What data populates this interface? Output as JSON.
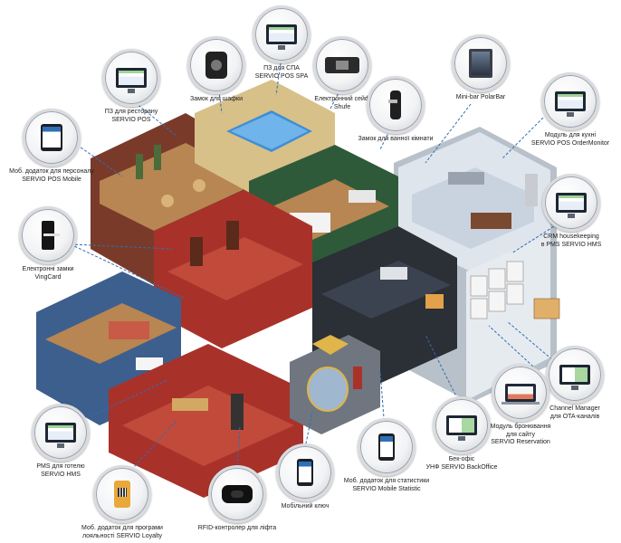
{
  "diagram": {
    "callouts": [
      {
        "id": "spa",
        "label": "ПЗ для СПА\nSERVIO POS SPA",
        "icon": "monitor-icon"
      },
      {
        "id": "restaurant",
        "label": "ПЗ для ресторану\nSERVIO POS",
        "icon": "monitor-icon"
      },
      {
        "id": "locker",
        "label": "Замок для шафки",
        "icon": "locker-lock-icon"
      },
      {
        "id": "safe",
        "label": "Електронний сейф\nShufe",
        "icon": "safe-icon"
      },
      {
        "id": "bathroom",
        "label": "Замок для ванної кімнати",
        "icon": "door-lock-icon"
      },
      {
        "id": "minibar",
        "label": "Mini-bar PolarBar",
        "icon": "minibar-icon"
      },
      {
        "id": "kitchen",
        "label": "Модуль для кухні\nSERVIO POS OrderMonitor",
        "icon": "monitor-icon"
      },
      {
        "id": "staffapp",
        "label": "Моб. додаток для персоналу\nSERVIO POS Mobile",
        "icon": "tablet-icon"
      },
      {
        "id": "crm",
        "label": "CRM housekeeping\nв PMS SERVIO HMS",
        "icon": "monitor-icon"
      },
      {
        "id": "vingcard",
        "label": "Електронні замки\nVingCard",
        "icon": "card-lock-icon"
      },
      {
        "id": "channel",
        "label": "Channel Manager\nдля OTA-каналів",
        "icon": "monitor-icon"
      },
      {
        "id": "booking",
        "label": "Модуль бронювання\nдля сайту\nSERVIO Reservation",
        "icon": "laptop-icon"
      },
      {
        "id": "backoffice",
        "label": "Бек-офіс\nУНФ SERVIO BackOffice",
        "icon": "monitor-icon"
      },
      {
        "id": "pms",
        "label": "PMS для готелю\nSERVIO HMS",
        "icon": "monitor-icon"
      },
      {
        "id": "statistic",
        "label": "Моб. додаток для статистики\nSERVIO Mobile Statistic",
        "icon": "phone-icon"
      },
      {
        "id": "mobilekey",
        "label": "Мобільний ключ",
        "icon": "phone-icon"
      },
      {
        "id": "rfid",
        "label": "RFID-контролер для ліфта",
        "icon": "rfid-reader-icon"
      },
      {
        "id": "loyalty",
        "label": "Моб. додаток для програми\nлояльності SERVIO Loyalty",
        "icon": "loyalty-phone-icon"
      }
    ],
    "colors": {
      "connector": "#2f6db5",
      "wall_brown": "#7a3a2a",
      "wall_green": "#2f5a3a",
      "wall_blue": "#3d5f8e",
      "floor_wood": "#b88652",
      "floor_red": "#c24a3a",
      "floor_tile": "#c9d3e0",
      "building_gray": "#9aa3ad",
      "dark_lobby": "#2b2f36"
    }
  }
}
